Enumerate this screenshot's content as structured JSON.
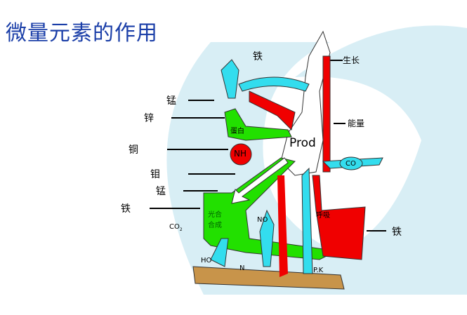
{
  "title": "微量元素的作用",
  "left_labels": [
    "铁",
    "锰",
    "锌",
    "铜",
    "钼",
    "锰",
    "铁"
  ],
  "right_labels": [
    "生长",
    "能量",
    "铁"
  ],
  "nodes": {
    "protein": "蛋白",
    "nh": "NH",
    "prod": "Prod",
    "photo1": "光合",
    "photo2": "合成",
    "no": "NO",
    "co": "CO",
    "resp": "呼吸"
  },
  "inputs": {
    "co2": "CO",
    "co2_sub": "2",
    "h2o": "HO",
    "n": "N",
    "pk": "P.K"
  },
  "colors": {
    "title": "#1a3ea8",
    "green": "#22e000",
    "red": "#f00000",
    "cyan": "#33ddee",
    "soil": "#c8944a",
    "bg": "#d8eef5"
  }
}
